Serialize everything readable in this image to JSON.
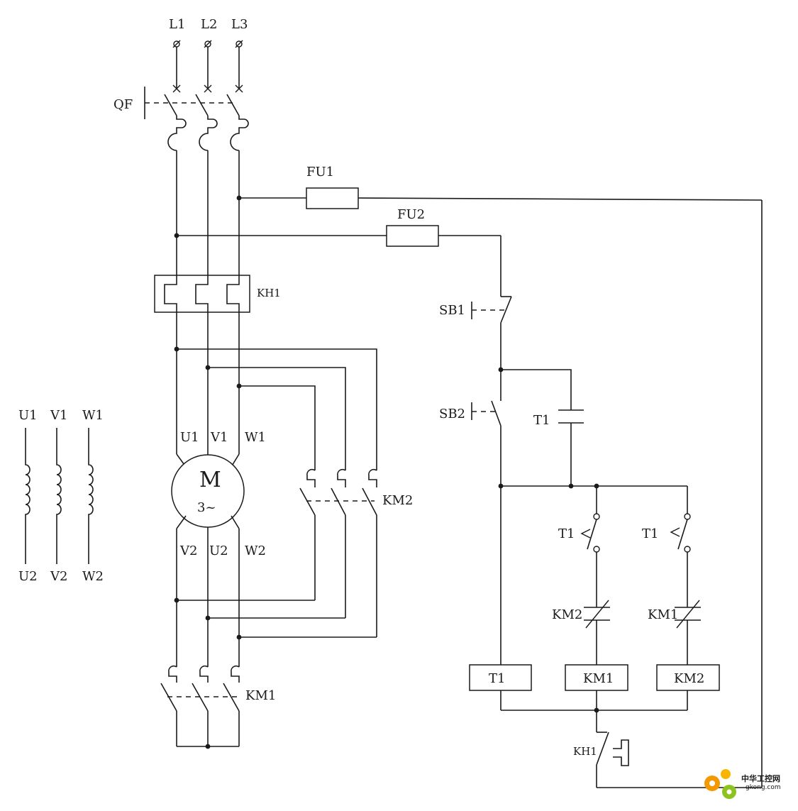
{
  "supply": {
    "l1": "L1",
    "l2": "L2",
    "l3": "L3"
  },
  "breaker": "QF",
  "fuses": {
    "fu1": "FU1",
    "fu2": "FU2"
  },
  "overload": {
    "main": "KH1",
    "contact": "KH1"
  },
  "buttons": {
    "stop": "SB1",
    "start": "SB2"
  },
  "motor": {
    "symbol": "M",
    "phase": "3~",
    "u1": "U1",
    "v1": "V1",
    "w1": "W1",
    "v2": "V2",
    "u2": "U2",
    "w2": "W2"
  },
  "windings": {
    "u1": "U1",
    "v1": "V1",
    "w1": "W1",
    "u2": "U2",
    "v2": "V2",
    "w2": "W2"
  },
  "contactors": {
    "km1": "KM1",
    "km2": "KM2"
  },
  "timer": {
    "coil": "T1",
    "no_contact": "T1",
    "nc_contact_1": "T1",
    "nc_contact_2": "T1"
  },
  "interlocks": {
    "km2_nc": "KM2",
    "km1_nc": "KM1"
  },
  "coils": {
    "t1": "T1",
    "km1": "KM1",
    "km2": "KM2"
  },
  "watermark": {
    "brand": "中华工控网",
    "site": "gkong.com",
    "color": "#f39800"
  }
}
